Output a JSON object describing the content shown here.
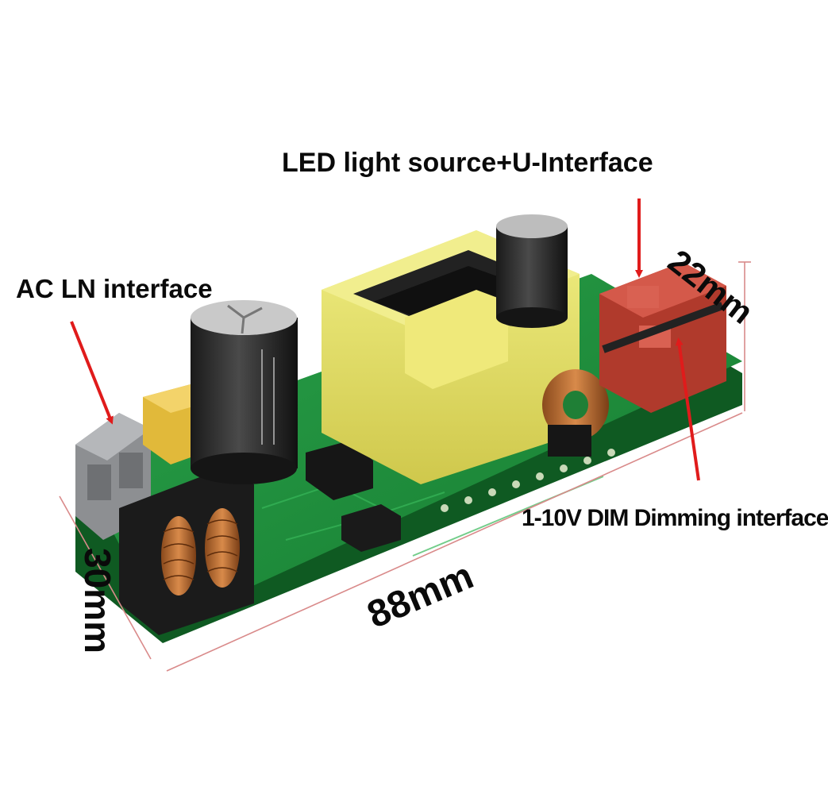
{
  "labels": {
    "led_output": "LED light source+U-Interface",
    "ac_input": "AC LN interface",
    "dimming": "1-10V DIM Dimming interface",
    "length": "88mm",
    "width": "30mm",
    "height": "22mm"
  },
  "colors": {
    "pcb": "#1f8a3a",
    "transformer_tape": "#e3e066",
    "annotation_arrow": "#e01b1b",
    "dimension_line": "#d98a8a"
  }
}
